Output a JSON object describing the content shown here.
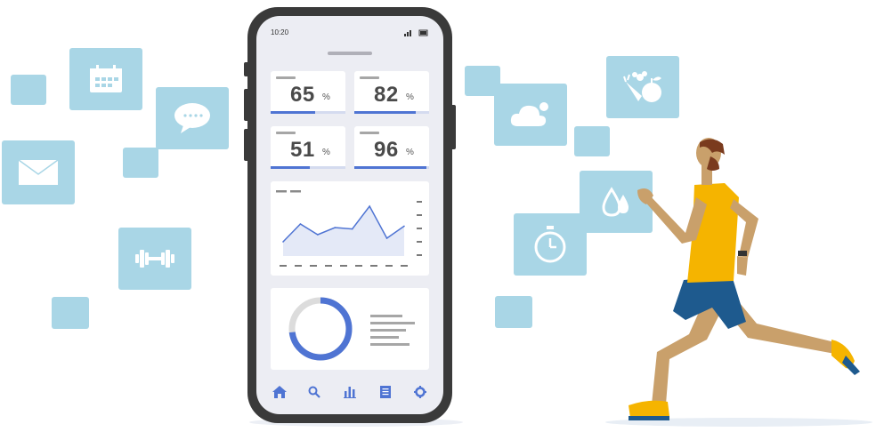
{
  "status_bar": {
    "time": "10:20"
  },
  "stat_cards": [
    {
      "value": "65",
      "unit": "%",
      "progress": 0.6
    },
    {
      "value": "82",
      "unit": "%",
      "progress": 0.82
    },
    {
      "value": "51",
      "unit": "%",
      "progress": 0.52
    },
    {
      "value": "96",
      "unit": "%",
      "progress": 0.96
    }
  ],
  "chart_data": {
    "type": "area",
    "x": [
      1,
      2,
      3,
      4,
      5,
      6,
      7,
      8
    ],
    "values": [
      20,
      45,
      30,
      40,
      38,
      70,
      25,
      42
    ],
    "ylim": [
      0,
      80
    ],
    "title": "",
    "xlabel": "",
    "ylabel": ""
  },
  "ring": {
    "progress": 0.73
  },
  "nav": [
    "home-icon",
    "search-icon",
    "chart-icon",
    "document-icon",
    "gear-icon"
  ],
  "colors": {
    "accent": "#4f74d3",
    "tile": "#a9d6e6",
    "shirt": "#f5b400",
    "shorts": "#1e5a8e",
    "skin": "#c9a06b"
  },
  "floating_icons": [
    "calendar-icon",
    "chat-icon",
    "mail-icon",
    "dumbbell-icon",
    "cloud-icon",
    "fruit-veg-icon",
    "water-drop-icon",
    "stopwatch-icon"
  ]
}
